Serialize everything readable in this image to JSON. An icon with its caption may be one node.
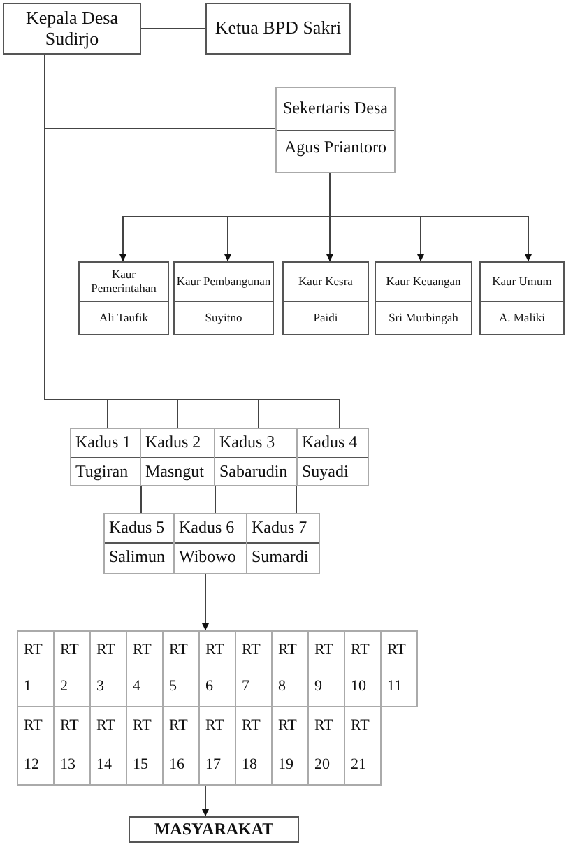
{
  "diagram": {
    "nodes": [
      {
        "text": [
          "Kepala Desa Sudirjo"
        ]
      },
      {
        "text": [
          "Ketua BPD Sakri"
        ]
      },
      {
        "text": [
          "Sekertaris Desa",
          "Agus Priantoro"
        ]
      },
      {
        "text": [
          "Kaur Pemerintahan",
          "Ali Taufik"
        ]
      },
      {
        "text": [
          "Kaur Pembangunan",
          "Suyitno"
        ]
      },
      {
        "text": [
          "Kaur Kesra",
          "Paidi"
        ]
      },
      {
        "text": [
          "Kaur Keuangan",
          "Sri Murbingah"
        ]
      },
      {
        "text": [
          "Kaur Umum",
          "A. Maliki"
        ]
      },
      {
        "text": [
          "Kadus 1",
          "Tugiran"
        ]
      },
      {
        "text": [
          "Kadus 2",
          "Masngut"
        ]
      },
      {
        "text": [
          "Kadus 3",
          "Sabarudin"
        ]
      },
      {
        "text": [
          "Kadus 4",
          "Suyadi"
        ]
      },
      {
        "text": [
          "Kadus 5",
          "Salimun"
        ]
      },
      {
        "text": [
          "Kadus 6",
          "Wibowo"
        ]
      },
      {
        "text": [
          "Kadus 7",
          "Sumardi"
        ]
      },
      {
        "text": [
          "RT",
          "1"
        ]
      },
      {
        "text": [
          "RT",
          "2"
        ]
      },
      {
        "text": [
          "RT",
          "3"
        ]
      },
      {
        "text": [
          "RT",
          "4"
        ]
      },
      {
        "text": [
          "RT",
          "5"
        ]
      },
      {
        "text": [
          "RT",
          "6"
        ]
      },
      {
        "text": [
          "RT",
          "7"
        ]
      },
      {
        "text": [
          "RT",
          "8"
        ]
      },
      {
        "text": [
          "RT",
          "9"
        ]
      },
      {
        "text": [
          "RT",
          "10"
        ]
      },
      {
        "text": [
          "RT",
          "11"
        ]
      },
      {
        "text": [
          "RT",
          "12"
        ]
      },
      {
        "text": [
          "RT",
          "13"
        ]
      },
      {
        "text": [
          "RT",
          "14"
        ]
      },
      {
        "text": [
          "RT",
          "15"
        ]
      },
      {
        "text": [
          "RT",
          "16"
        ]
      },
      {
        "text": [
          "RT",
          "17"
        ]
      },
      {
        "text": [
          "RT",
          "18"
        ]
      },
      {
        "text": [
          "RT",
          "19"
        ]
      },
      {
        "text": [
          "RT",
          "20"
        ]
      },
      {
        "text": [
          "RT",
          "21"
        ]
      },
      {
        "text": [
          "MASYARAKAT"
        ]
      }
    ],
    "edges": [
      {
        "from": 0,
        "to": 1,
        "arrow": "none"
      },
      {
        "from": 0,
        "to": 2,
        "arrow": "none"
      },
      {
        "from": 2,
        "to": 3,
        "arrow": "to"
      },
      {
        "from": 2,
        "to": 4,
        "arrow": "to"
      },
      {
        "from": 2,
        "to": 5,
        "arrow": "to"
      },
      {
        "from": 2,
        "to": 6,
        "arrow": "to"
      },
      {
        "from": 2,
        "to": 7,
        "arrow": "to"
      },
      {
        "from": 0,
        "to": 8,
        "arrow": "none"
      },
      {
        "from": 0,
        "to": 9,
        "arrow": "none"
      },
      {
        "from": 0,
        "to": 10,
        "arrow": "none"
      },
      {
        "from": 0,
        "to": 11,
        "arrow": "none"
      },
      {
        "from": 9,
        "to": 12,
        "arrow": "none"
      },
      {
        "from": 10,
        "to": 13,
        "arrow": "none"
      },
      {
        "from": 11,
        "to": 14,
        "arrow": "none"
      },
      {
        "from": 13,
        "to": 20,
        "arrow": "to"
      },
      {
        "from": 31,
        "to": 36,
        "arrow": "to"
      }
    ]
  }
}
